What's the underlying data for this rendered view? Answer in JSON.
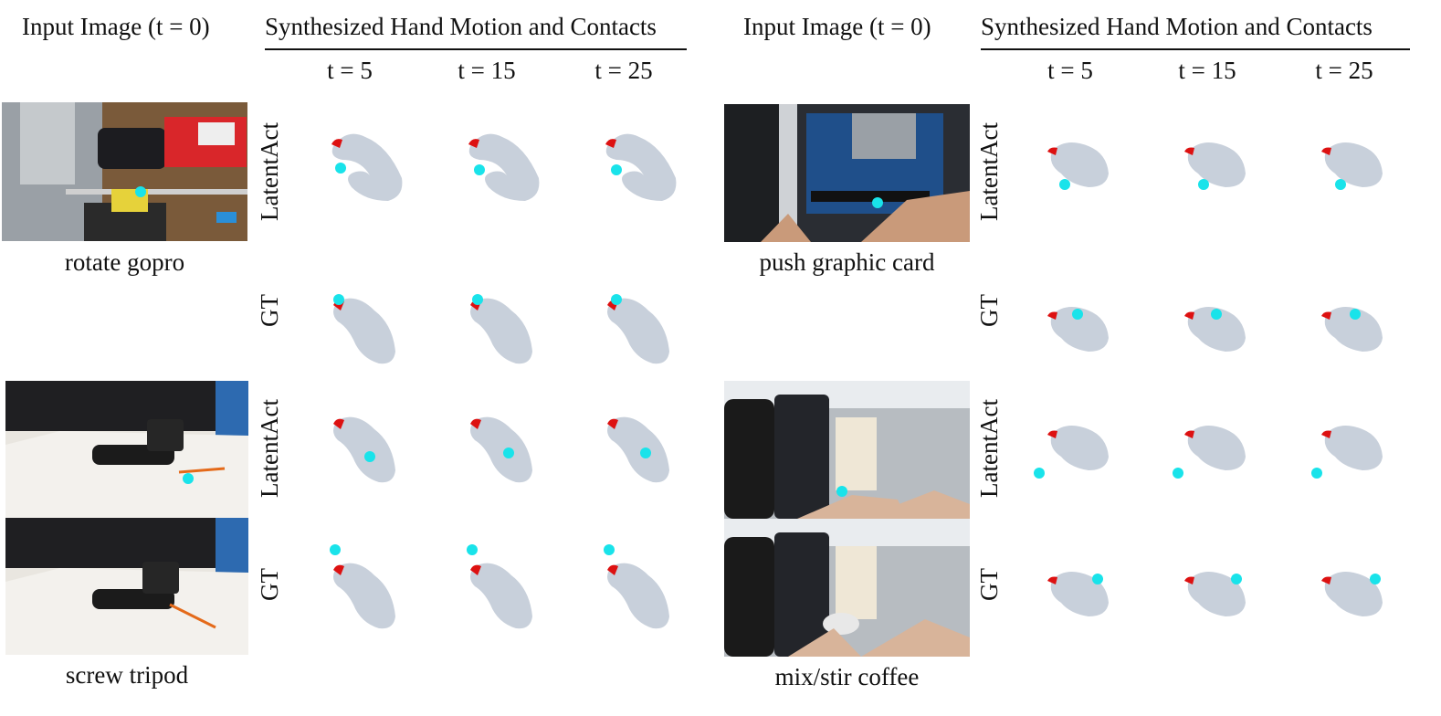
{
  "left_panel": {
    "input_header": "Input Image (t = 0)",
    "synth_header": "Synthesized Hand Motion and Contacts",
    "time_labels": [
      "t = 5",
      "t = 15",
      "t = 25"
    ],
    "row_labels": [
      "LatentAct",
      "GT",
      "LatentAct",
      "GT"
    ],
    "captions": [
      "rotate gopro",
      "screw tripod"
    ]
  },
  "right_panel": {
    "input_header": "Input Image (t = 0)",
    "synth_header": "Synthesized Hand Motion and Contacts",
    "time_labels": [
      "t = 5",
      "t = 15",
      "t = 25"
    ],
    "row_labels": [
      "LatentAct",
      "GT",
      "LatentAct",
      "GT"
    ],
    "captions": [
      "push graphic card",
      "mix/stir coffee"
    ]
  },
  "colors": {
    "hand": "#c8d0db",
    "contact": "#dd1111",
    "keypoint": "#19e3ea"
  }
}
